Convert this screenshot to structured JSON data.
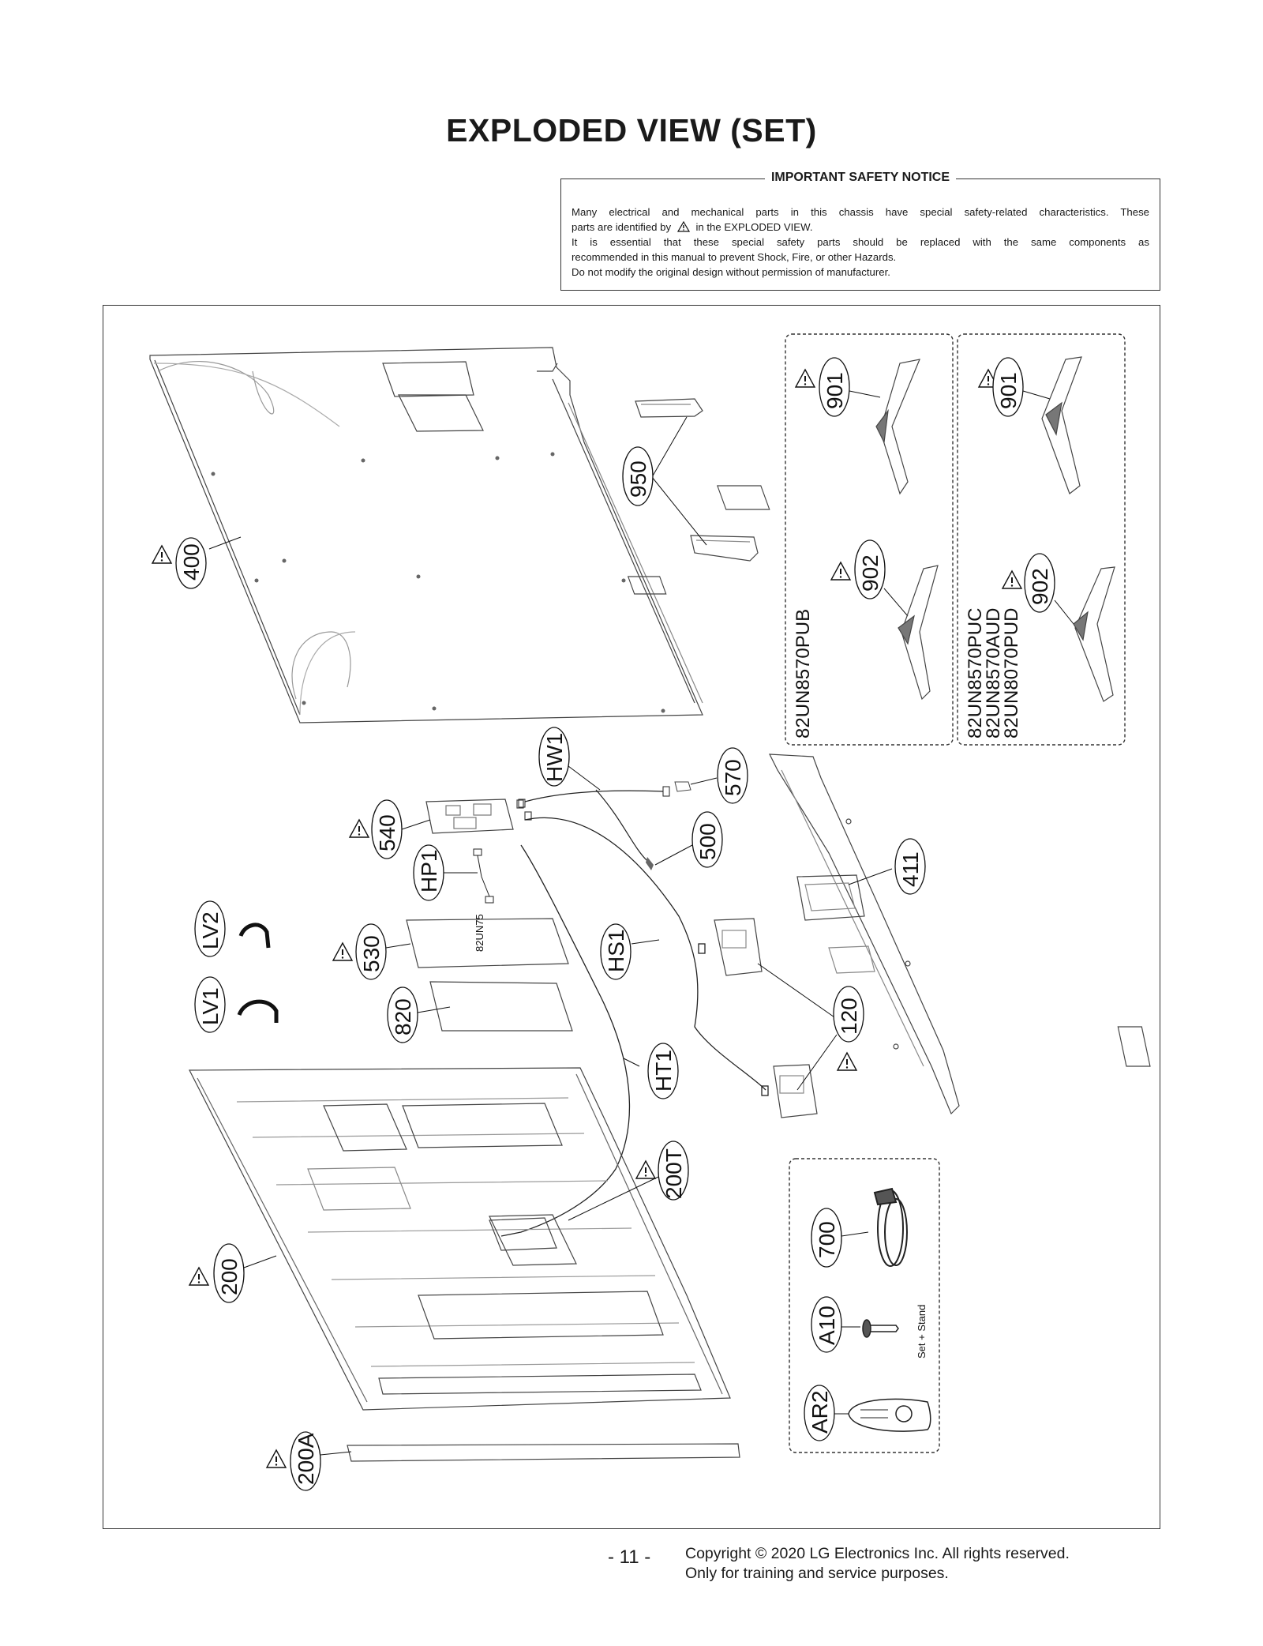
{
  "title": "EXPLODED VIEW (SET)",
  "safety_notice": {
    "heading": "IMPORTANT SAFETY NOTICE",
    "line1": "Many electrical and mechanical parts in this chassis have special safety-related characteristics. These",
    "line2a": "parts are identified by",
    "line2b": "in the EXPLODED VIEW.",
    "line3": "It is essential that these special safety parts should be replaced with the same components as",
    "line4": "recommended in this manual to prevent Shock, Fire, or other Hazards.",
    "line5": "Do not modify the original design without permission of manufacturer."
  },
  "parts": {
    "p400": "400",
    "p950": "950",
    "p901a": "901",
    "p902a": "902",
    "p901b": "901",
    "p902b": "902",
    "p540": "540",
    "p530": "530",
    "p820": "820",
    "pHP1": "HP1",
    "pHW1": "HW1",
    "p570": "570",
    "p500": "500",
    "p411": "411",
    "pHS1": "HS1",
    "p120": "120",
    "pHT1": "HT1",
    "p200T": "200T",
    "p200": "200",
    "p200A": "200A",
    "pLV1": "LV1",
    "pLV2": "LV2",
    "p700": "700",
    "pA10": "A10",
    "pAR2": "AR2"
  },
  "models": {
    "group1": "82UN8570PUB",
    "group2_line1": "82UN8570PUC",
    "group2_line2": "82UN8570AUD",
    "group2_line3": "82UN8070PUD"
  },
  "annotations": {
    "set_stand": "Set + Stand",
    "box_530_label": "82UN75"
  },
  "footer": {
    "page": "- 11 -",
    "copyright_line1": "Copyright © 2020 LG Electronics Inc. All rights reserved.",
    "copyright_line2": "Only for training and service purposes."
  }
}
